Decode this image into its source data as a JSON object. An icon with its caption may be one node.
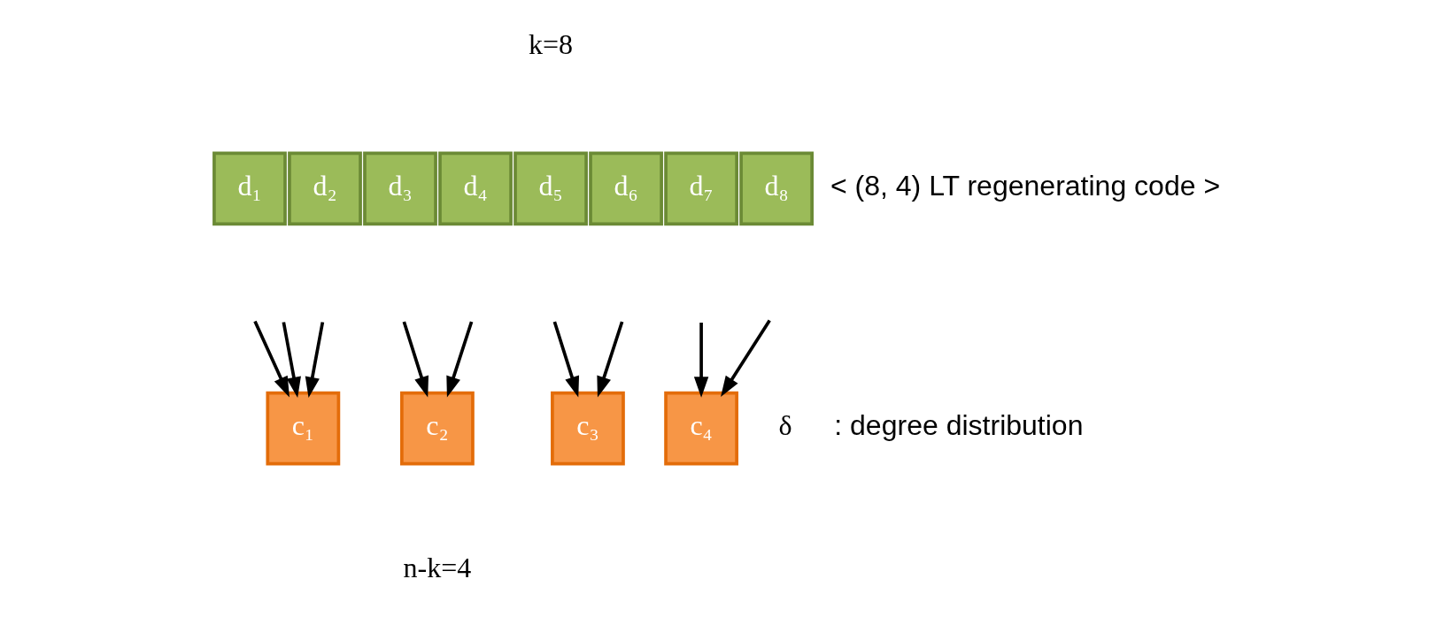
{
  "diagram": {
    "nodes": [
      {
        "text": [
          "d₁"
        ]
      },
      {
        "text": [
          "d₂"
        ]
      },
      {
        "text": [
          "d₃"
        ]
      },
      {
        "text": [
          "d₄"
        ]
      },
      {
        "text": [
          "d₅"
        ]
      },
      {
        "text": [
          "d₆"
        ]
      },
      {
        "text": [
          "d₇"
        ]
      },
      {
        "text": [
          "d₈"
        ]
      },
      {
        "text": [
          "c₁"
        ]
      },
      {
        "text": [
          "c₂"
        ]
      },
      {
        "text": [
          "c₃"
        ]
      },
      {
        "text": [
          "c₄"
        ]
      }
    ],
    "edges": [
      {
        "from": null,
        "to": 8,
        "arrow": "to"
      },
      {
        "from": null,
        "to": 8,
        "arrow": "to"
      },
      {
        "from": null,
        "to": 8,
        "arrow": "to"
      },
      {
        "from": null,
        "to": 9,
        "arrow": "to"
      },
      {
        "from": null,
        "to": 9,
        "arrow": "to"
      },
      {
        "from": null,
        "to": 10,
        "arrow": "to"
      },
      {
        "from": null,
        "to": 10,
        "arrow": "to"
      },
      {
        "from": null,
        "to": 11,
        "arrow": "to"
      },
      {
        "from": null,
        "to": 11,
        "arrow": "to"
      }
    ],
    "labels": [
      "k=8",
      "< (8, 4) LT regenerating code >",
      "δ",
      ": degree distribution",
      "n-k=4"
    ]
  }
}
